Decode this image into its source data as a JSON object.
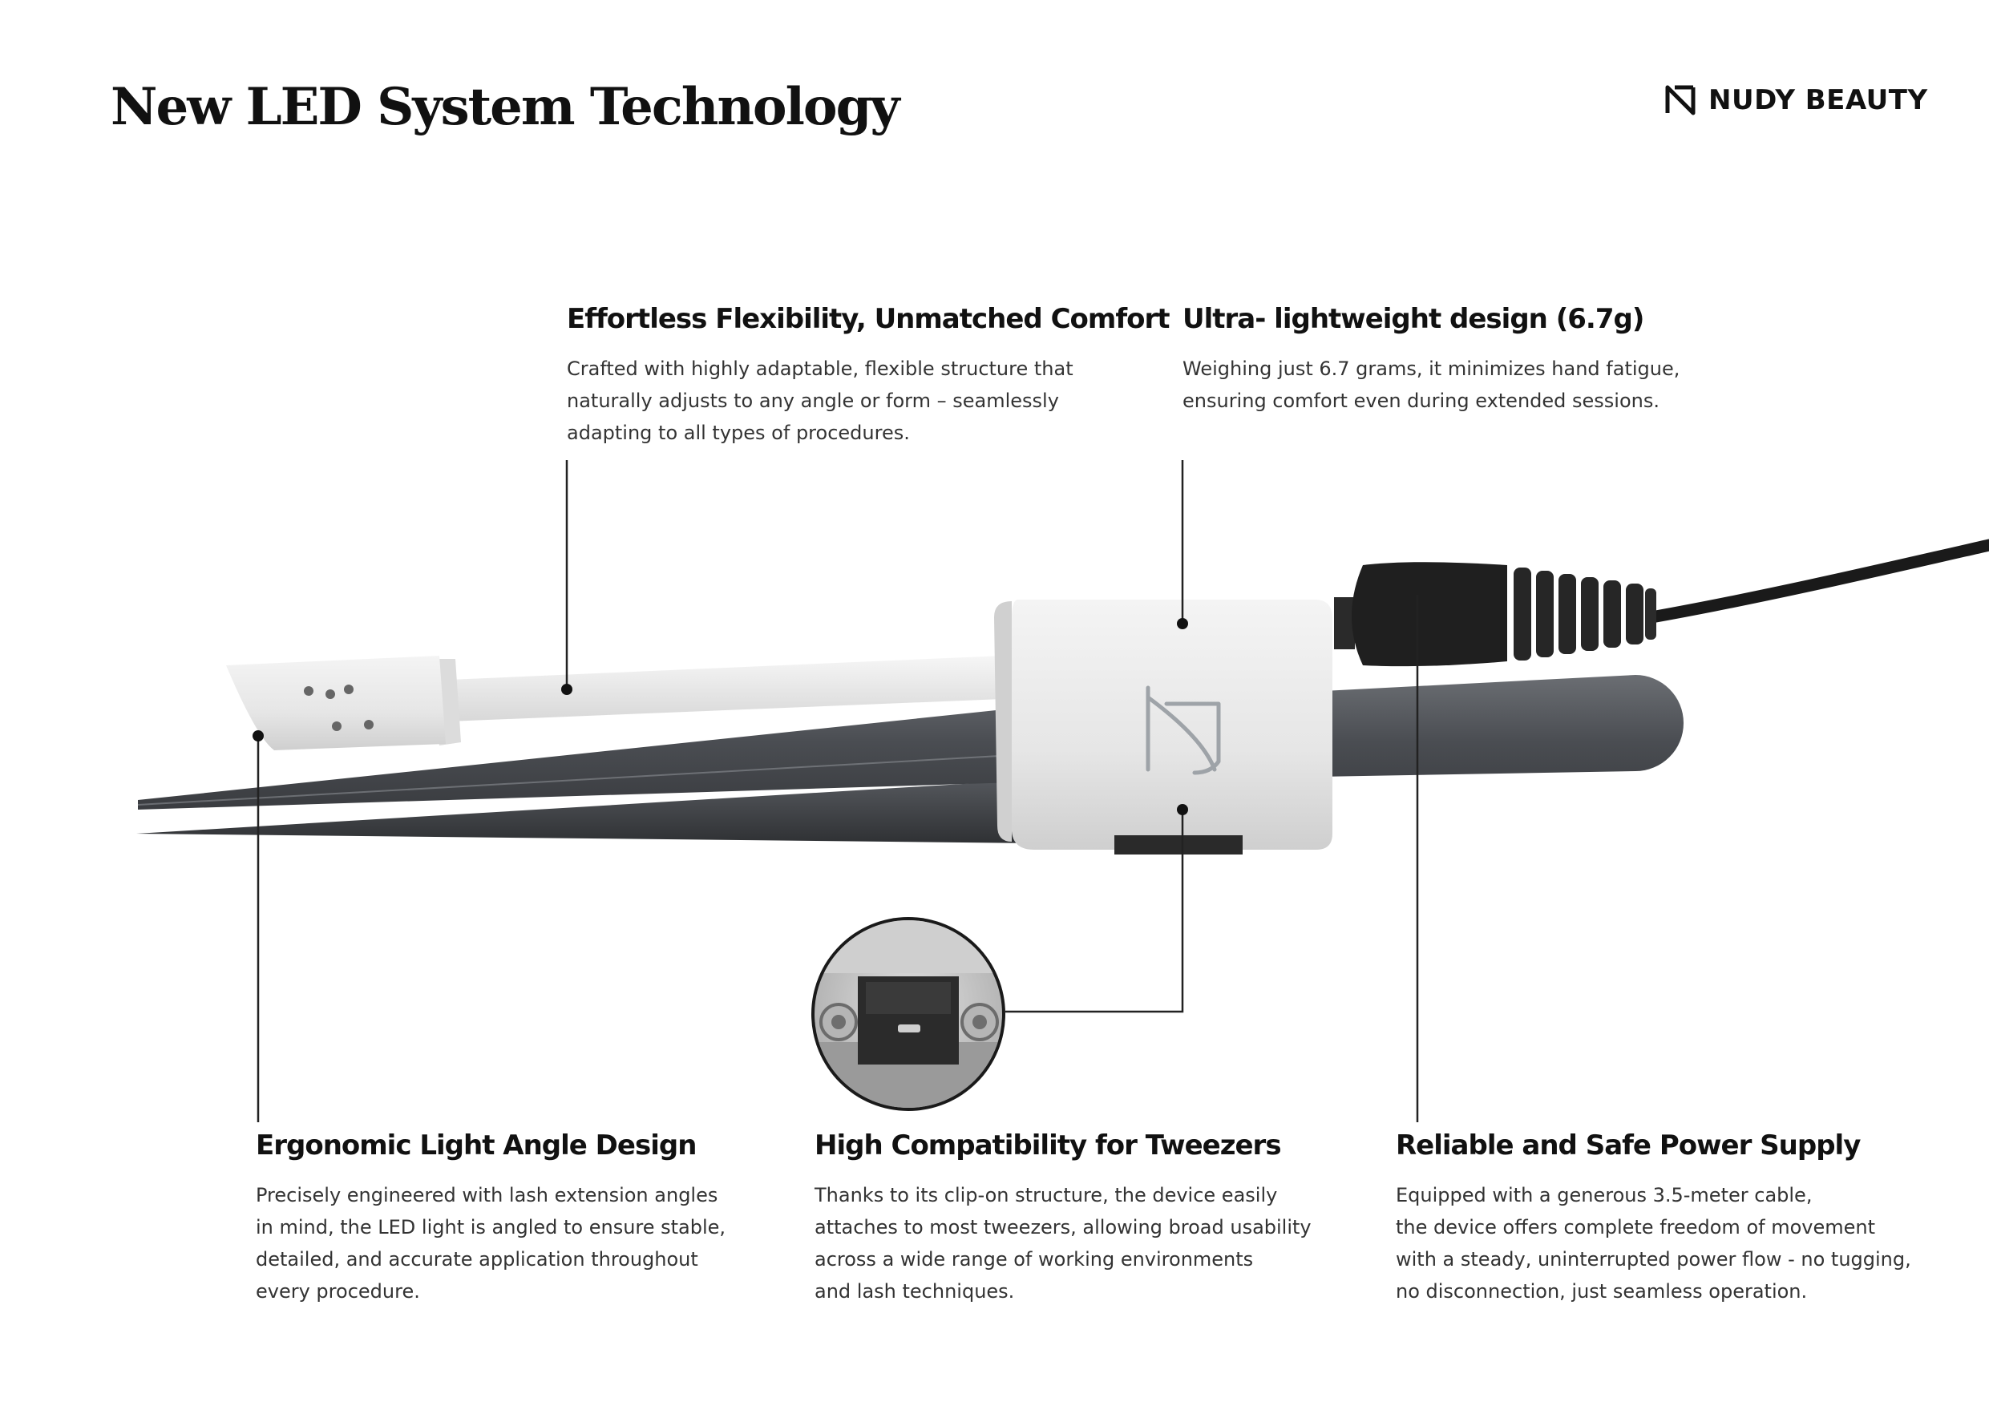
{
  "page": {
    "title": "New LED System Technology"
  },
  "brand": {
    "name": "NUDY BEAUTY",
    "logo_icon": "nb-monogram-icon"
  },
  "features": [
    {
      "id": "flexibility",
      "title": "Effortless Flexibility, Unmatched Comfort",
      "lines": [
        "Crafted with highly adaptable, flexible structure that",
        "naturally adjusts to any angle or form – seamlessly",
        "adapting to all types of procedures."
      ]
    },
    {
      "id": "lightweight",
      "title": "Ultra- lightweight design (6.7g)",
      "lines": [
        "Weighing just 6.7 grams, it minimizes hand fatigue,",
        "ensuring comfort even during extended sessions."
      ]
    },
    {
      "id": "ergonomic",
      "title": "Ergonomic Light Angle Design",
      "lines": [
        "Precisely engineered with lash extension angles",
        "in mind, the LED light is angled to ensure stable,",
        "detailed, and accurate application throughout",
        "every procedure."
      ]
    },
    {
      "id": "compatibility",
      "title": "High Compatibility for Tweezers",
      "lines": [
        "Thanks to its clip-on structure, the device easily",
        "attaches to most tweezers, allowing broad usability",
        "across a wide range of working environments",
        "and lash techniques."
      ]
    },
    {
      "id": "power",
      "title": "Reliable and Safe Power Supply",
      "lines": [
        "Equipped with a generous 3.5-meter cable,",
        "the device offers complete freedom of movement",
        "with a steady, uninterrupted power flow - no tugging,",
        "no disconnection, just seamless operation."
      ]
    }
  ],
  "colors": {
    "text": "#111111",
    "body_text": "#333333",
    "device_white": "#e9e9e9",
    "tweezer_steel": "#4a4d52",
    "cable": "#1a1a1a"
  }
}
